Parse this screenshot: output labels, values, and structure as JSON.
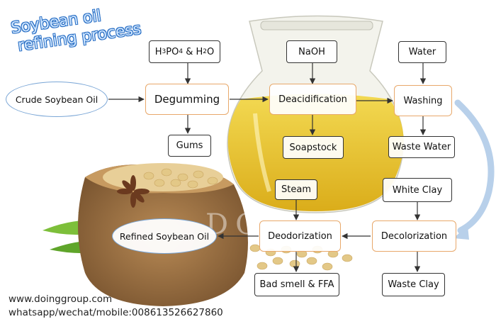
{
  "title": {
    "line1": "Soybean oil",
    "line2": "refining process"
  },
  "inputs": {
    "phosphoric_prefix": "H",
    "phosphoric_sub1": "3",
    "phosphoric_mid": "PO",
    "phosphoric_sub2": "4",
    "phosphoric_suffix": " & H",
    "phosphoric_sub3": "2",
    "phosphoric_end": "O",
    "naoh": "NaOH",
    "water": "Water",
    "steam": "Steam",
    "white_clay": "White Clay"
  },
  "steps": {
    "crude": "Crude Soybean Oil",
    "degumming": "Degumming",
    "deacidification": "Deacidification",
    "washing": "Washing",
    "decolorization": "Decolorization",
    "deodorization": "Deodorization",
    "refined": "Refined Soybean Oil"
  },
  "outputs": {
    "gums": "Gums",
    "soapstock": "Soapstock",
    "waste_water": "Waste Water",
    "waste_clay": "Waste Clay",
    "bad_smell": "Bad smell & FFA"
  },
  "watermark": "DOING",
  "contact": {
    "website": "www.doinggroup.com",
    "phone": "whatsapp/wechat/mobile:008613526627860"
  },
  "colors": {
    "process_border": "#e8a86a",
    "ellipse_border": "#7aa6d6",
    "oil": "#e7c21b",
    "title_fill": "#cfe6ff",
    "title_stroke": "#2a6fc4"
  }
}
